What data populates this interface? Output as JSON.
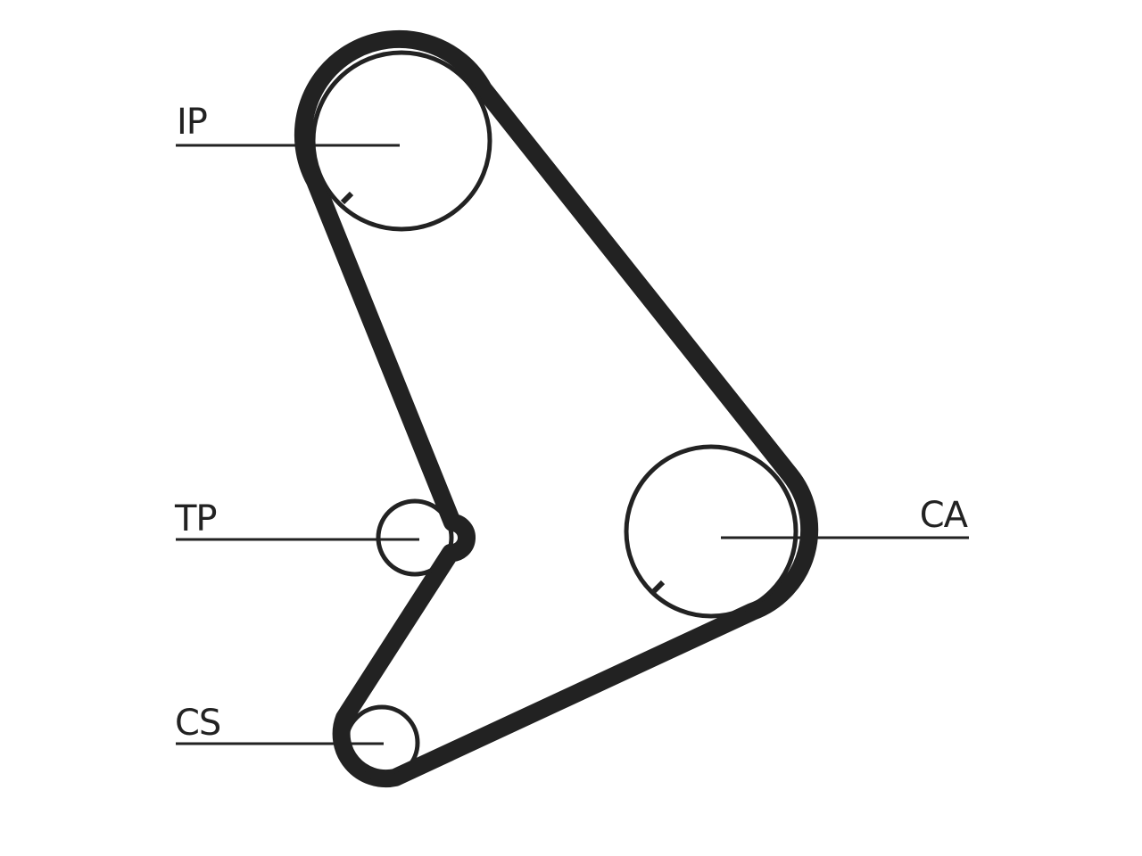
{
  "diagram": {
    "pulleys": {
      "ip": {
        "label": "IP"
      },
      "tp": {
        "label": "TP"
      },
      "ca": {
        "label": "CA"
      },
      "cs": {
        "label": "CS"
      }
    },
    "colors": {
      "stroke": "#222222",
      "background": "#ffffff"
    }
  }
}
